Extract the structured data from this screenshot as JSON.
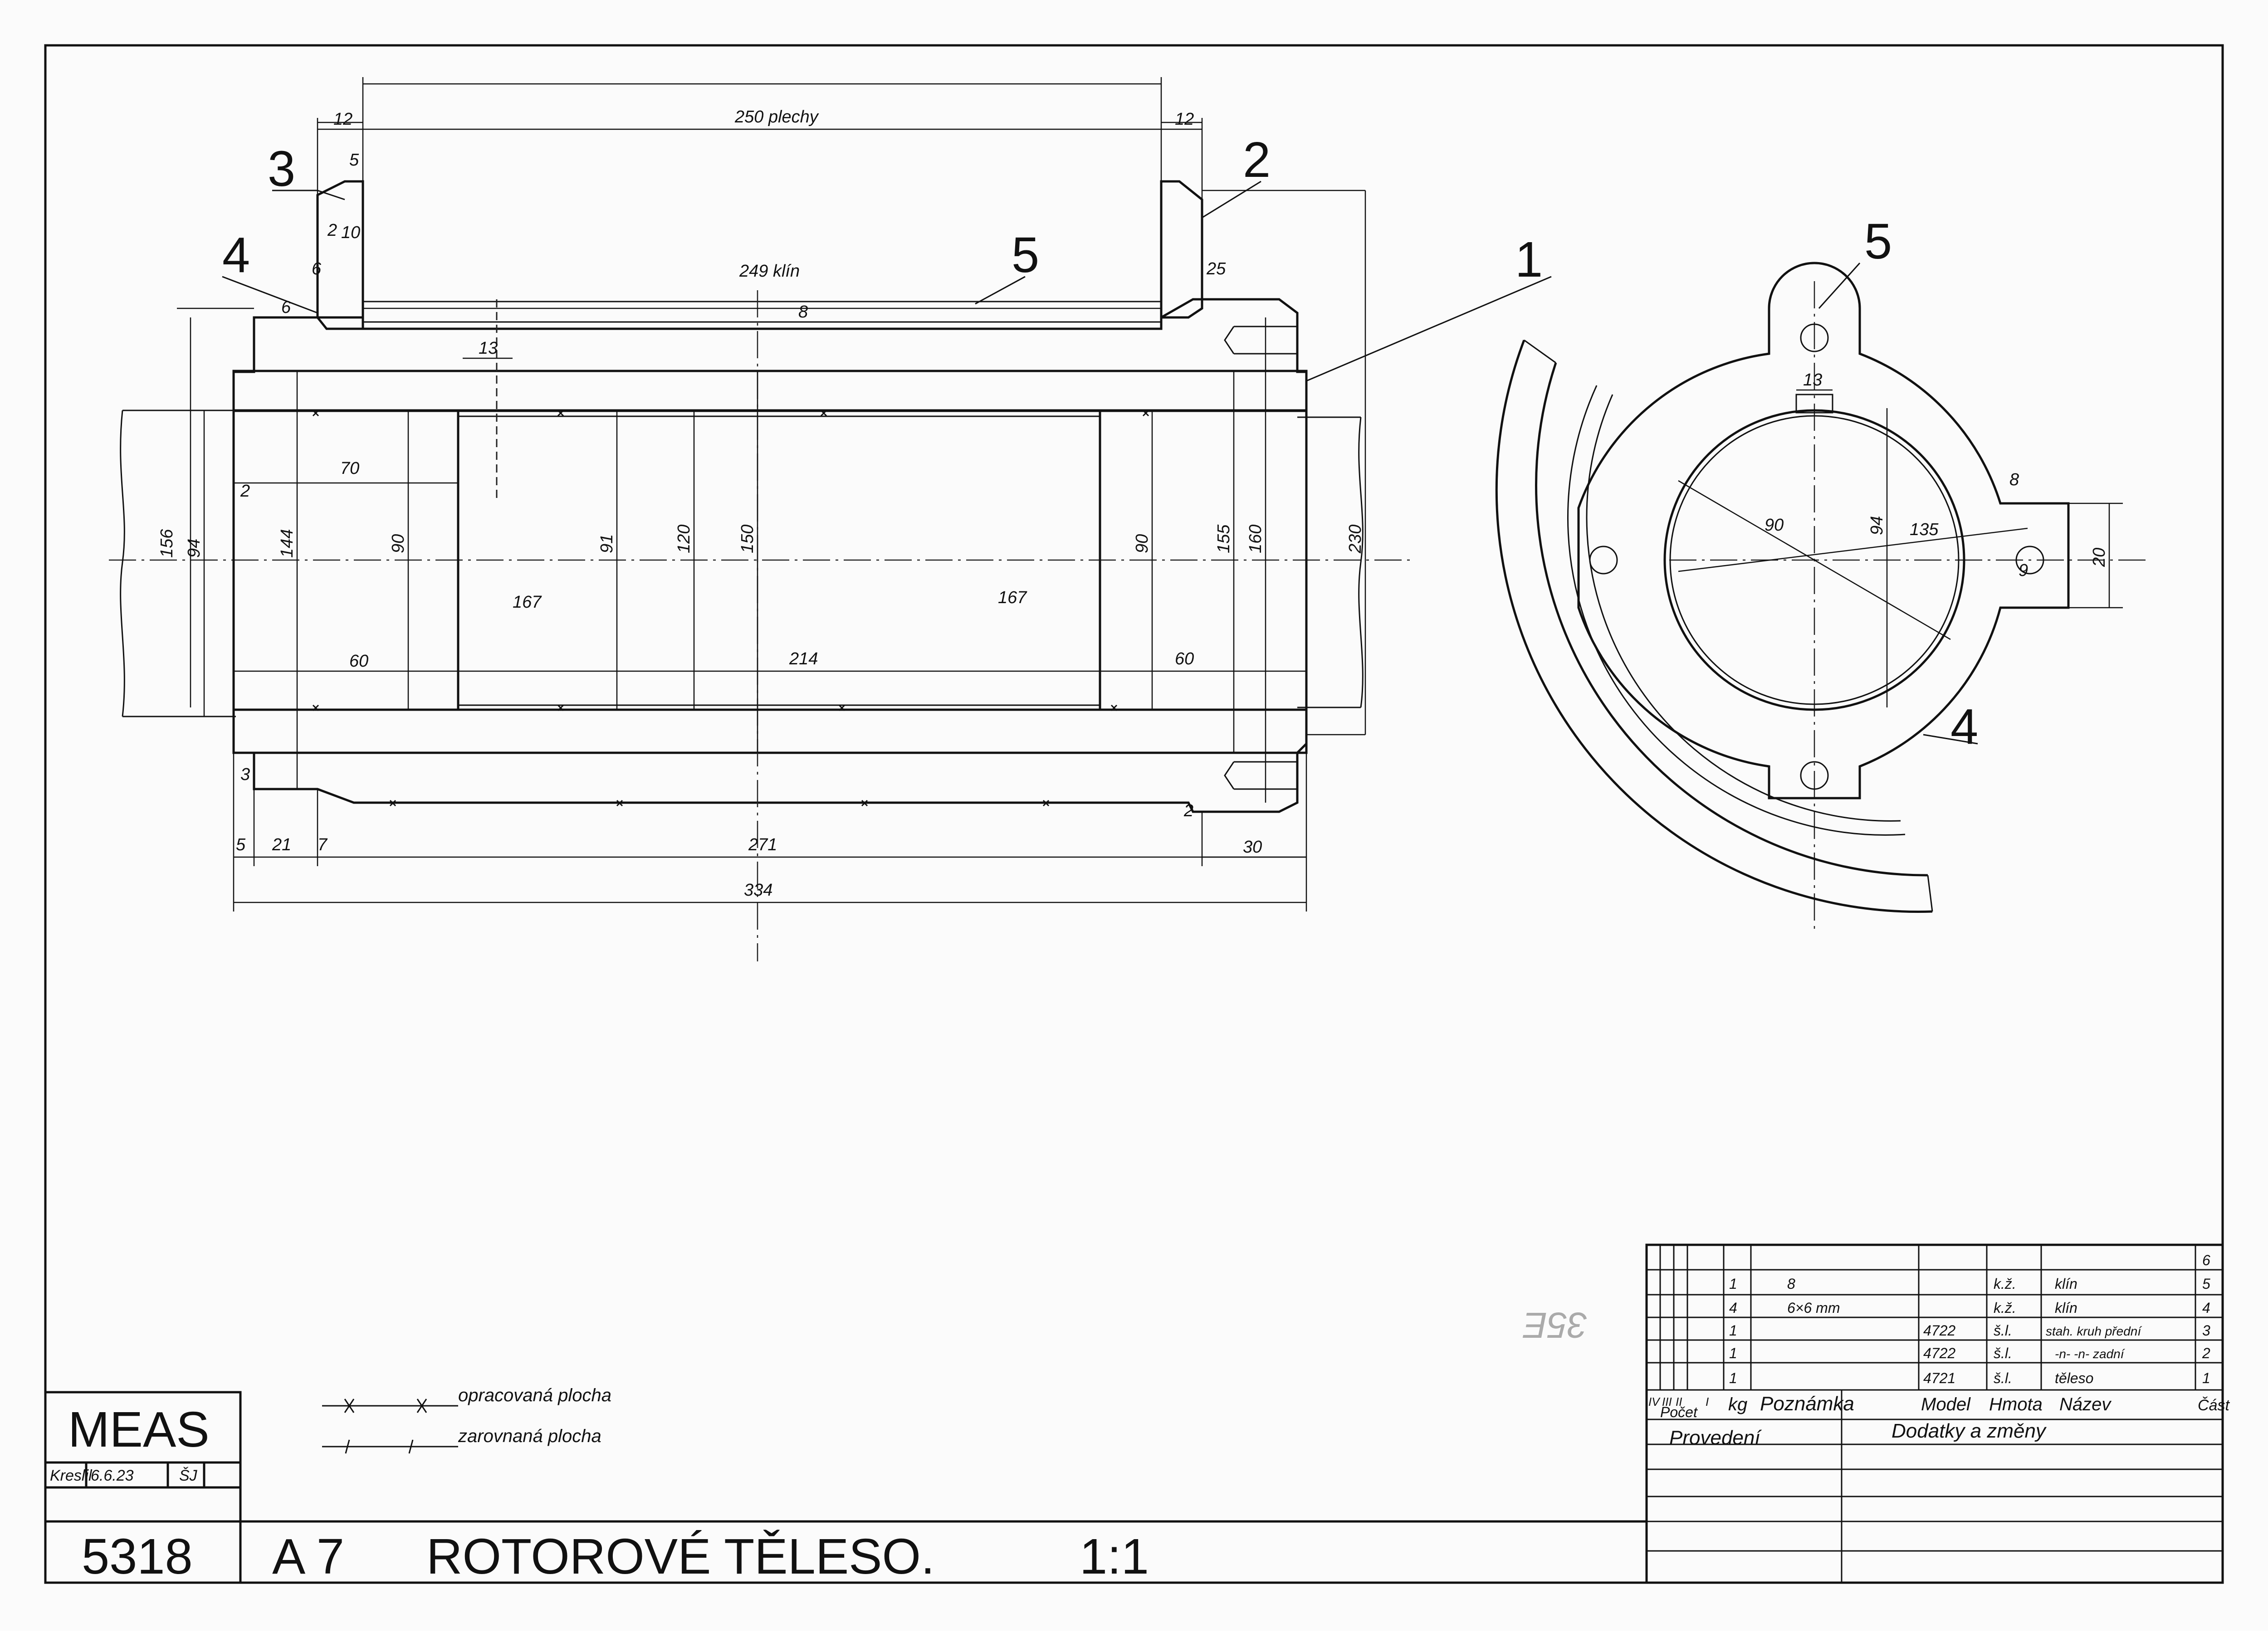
{
  "drawing": {
    "company": "MEAS",
    "drawn_label": "Kreslil",
    "drawn_date": "6.6.23",
    "drawn_initials": "ŠJ",
    "drawing_number": "5318",
    "format": "A 7",
    "title": "ROTOROVÉ TĚLESO.",
    "scale": "1:1",
    "stamp": "35E"
  },
  "legend": {
    "machined": "opracovaná plocha",
    "leveled": "zarovnaná plocha"
  },
  "balloons": [
    "1",
    "2",
    "3",
    "4",
    "5"
  ],
  "dimensions": {
    "d_12a": "12",
    "d_250": "250 plechy",
    "d_12b": "12",
    "d_5": "5",
    "d_2": "2",
    "d_10": "10",
    "d_6a": "6",
    "d_6b": "6",
    "d_249": "249 klín",
    "d_8": "8",
    "d_25": "25",
    "d_13a": "13",
    "d_70": "70",
    "d_2b": "2",
    "d_156": "156",
    "d_94": "94",
    "d_144": "144",
    "d_90a": "90",
    "d_91": "91",
    "d_120": "120",
    "d_150": "150",
    "d_90b": "90",
    "d_155": "155",
    "d_160": "160",
    "d_230": "230",
    "d_60a": "60",
    "d_214": "214",
    "d_60b": "60",
    "d_167a": "167",
    "d_167b": "167",
    "d_3": "3",
    "d_5b": "5",
    "d_21": "21",
    "d_7": "7",
    "d_271": "271",
    "d_30": "30",
    "d_334": "334",
    "d_2c": "2",
    "d_90c": "90",
    "d_94c": "94",
    "d_135": "135",
    "d_13b": "13",
    "d_20": "20",
    "d_8c": "8",
    "d_9": "9"
  },
  "parts_list": {
    "headers": {
      "revs": [
        "IV",
        "III",
        "II",
        "I"
      ],
      "count": "Počet",
      "kg": "kg",
      "note": "Poznámka",
      "model": "Model",
      "material": "Hmota",
      "name": "Název",
      "part": "Část"
    },
    "rows": [
      {
        "count": "",
        "note": "",
        "model": "",
        "material": "",
        "name": "",
        "part": "6"
      },
      {
        "count": "1",
        "note": "8",
        "model": "",
        "material": "k.ž.",
        "name": "klín",
        "part": "5"
      },
      {
        "count": "4",
        "note": "6×6 mm",
        "model": "",
        "material": "k.ž.",
        "name": "klín",
        "part": "4"
      },
      {
        "count": "1",
        "note": "",
        "model": "4722",
        "material": "š.l.",
        "name": "stah. kruh přední",
        "part": "3"
      },
      {
        "count": "1",
        "note": "",
        "model": "4722",
        "material": "š.l.",
        "name": "-n- -n- zadní",
        "part": "2"
      },
      {
        "count": "1",
        "note": "",
        "model": "4721",
        "material": "š.l.",
        "name": "těleso",
        "part": "1"
      }
    ],
    "execution": "Provedení",
    "changes": "Dodatky a změny"
  }
}
